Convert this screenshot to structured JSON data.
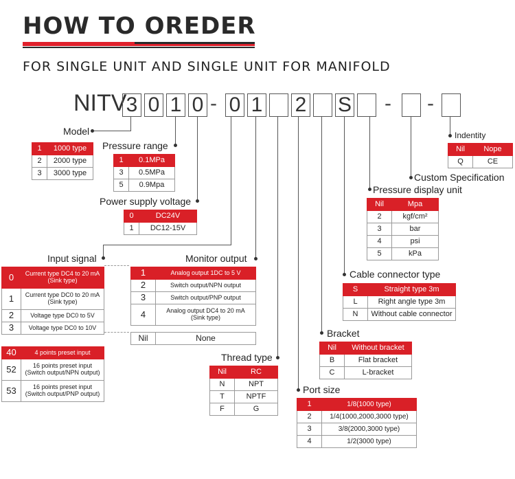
{
  "header": {
    "title": "HOW TO OREDER",
    "subtitle": "FOR SINGLE UNIT AND SINGLE UNIT FOR MANIFOLD"
  },
  "colors": {
    "accent": "#d92027",
    "text": "#222222"
  },
  "code": {
    "prefix": "NITV",
    "boxes": [
      "3",
      "0",
      "1",
      "0",
      "0",
      "1",
      "",
      "2",
      "",
      "S",
      "",
      "",
      ""
    ],
    "dash": "-"
  },
  "labels": {
    "model": "Model",
    "pressure_range": "Pressure range",
    "power_supply": "Power supply voltage",
    "input_signal": "Input signal",
    "monitor_output": "Monitor output",
    "thread_type": "Thread type",
    "port_size": "Port size",
    "bracket": "Bracket",
    "cable_connector": "Cable connector type",
    "pressure_display": "Pressure display unit",
    "custom_spec": "Custom Specification",
    "indentity": "Indentity"
  },
  "tables": {
    "model": [
      [
        "1",
        "1000 type"
      ],
      [
        "2",
        "2000 type"
      ],
      [
        "3",
        "3000 type"
      ]
    ],
    "pressure": [
      [
        "1",
        "0.1MPa"
      ],
      [
        "3",
        "0.5MPa"
      ],
      [
        "5",
        "0.9Mpa"
      ]
    ],
    "power": [
      [
        "0",
        "DC24V"
      ],
      [
        "1",
        "DC12-15V"
      ]
    ],
    "input": [
      [
        "0",
        "Current type DC4 to 20 mA",
        "(Sink type)"
      ],
      [
        "1",
        "Current type DC0 to 20 mA",
        "(Sink type)"
      ],
      [
        "2",
        "Voltage type DC0 to 5V",
        ""
      ],
      [
        "3",
        "Voltage type DC0 to 10V",
        ""
      ]
    ],
    "preset": [
      [
        "40",
        "4 points preset input",
        ""
      ],
      [
        "52",
        "16 points preset input",
        "(Switch output/NPN output)"
      ],
      [
        "53",
        "16 points preset input",
        "(Switch output/PNP output)"
      ]
    ],
    "monitor": [
      [
        "1",
        "Analog output 1DC to 5 V",
        ""
      ],
      [
        "2",
        "Switch output/NPN output",
        ""
      ],
      [
        "3",
        "Switch output/PNP output",
        ""
      ],
      [
        "4",
        "Analog output DC4 to 20 mA",
        "(Sink type)"
      ]
    ],
    "monitor_nil": [
      "Nil",
      "None"
    ],
    "thread": [
      [
        "Nil",
        "RC"
      ],
      [
        "N",
        "NPT"
      ],
      [
        "T",
        "NPTF"
      ],
      [
        "F",
        "G"
      ]
    ],
    "port": [
      [
        "1",
        "1/8(1000 type)"
      ],
      [
        "2",
        "1/4(1000,2000,3000 type)"
      ],
      [
        "3",
        "3/8(2000,3000 type)"
      ],
      [
        "4",
        "1/2(3000 type)"
      ]
    ],
    "bracket": [
      [
        "Nil",
        "Without bracket"
      ],
      [
        "B",
        "Flat bracket"
      ],
      [
        "C",
        "L-bracket"
      ]
    ],
    "cable": [
      [
        "S",
        "Straight type 3m"
      ],
      [
        "L",
        "Right angle type 3m"
      ],
      [
        "N",
        "Without cable connector"
      ]
    ],
    "display": [
      [
        "Nil",
        "Mpa"
      ],
      [
        "2",
        "kgf/cm²"
      ],
      [
        "3",
        "bar"
      ],
      [
        "4",
        "psi"
      ],
      [
        "5",
        "kPa"
      ]
    ],
    "identity": [
      [
        "Nil",
        "Nope"
      ],
      [
        "Q",
        "CE"
      ]
    ]
  }
}
